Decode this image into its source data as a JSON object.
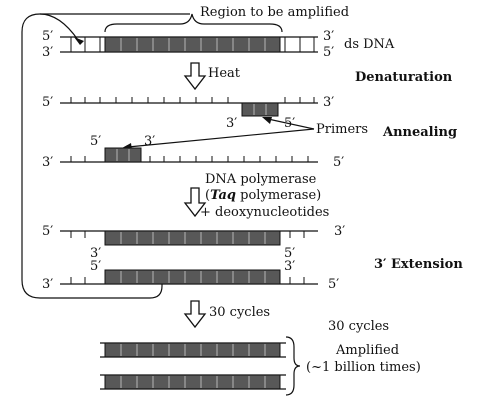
{
  "labels": {
    "region": "Region to be amplified",
    "ds_dna": "ds DNA",
    "heat": "Heat",
    "denaturation": "Denaturation",
    "primers": "Primers",
    "annealing": "Annealing",
    "enzyme_line1": "DNA polymerase",
    "enzyme_line2_prefix": "(",
    "enzyme_line2_italic": "Taq",
    "enzyme_line2_suffix": " polymerase)",
    "enzyme_line3": "+ deoxynucleotides",
    "extension": "3′ Extension",
    "cycles_arrow": "30 cycles",
    "cycles_right": "30 cycles",
    "amplified_line1": "Amplified",
    "amplified_line2": "(~1 billion times)",
    "five_prime": "5′",
    "three_prime": "3′"
  }
}
